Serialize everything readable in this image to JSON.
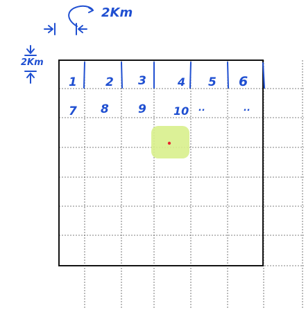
{
  "scale": {
    "horizontal_label": "2Km",
    "vertical_label": "2Km"
  },
  "grid": {
    "rows": 7,
    "cols": 6,
    "cell_numbers": [
      "1",
      "2",
      "3",
      "4",
      "5",
      "6",
      "7",
      "8",
      "9",
      "10",
      "..",
      ".."
    ]
  },
  "highlight": {
    "fill_color": "#d8f08c",
    "dot_color": "#e8262f"
  },
  "colors": {
    "ink": "#1f4fd1",
    "frame": "#111111",
    "grid": "#555555"
  }
}
